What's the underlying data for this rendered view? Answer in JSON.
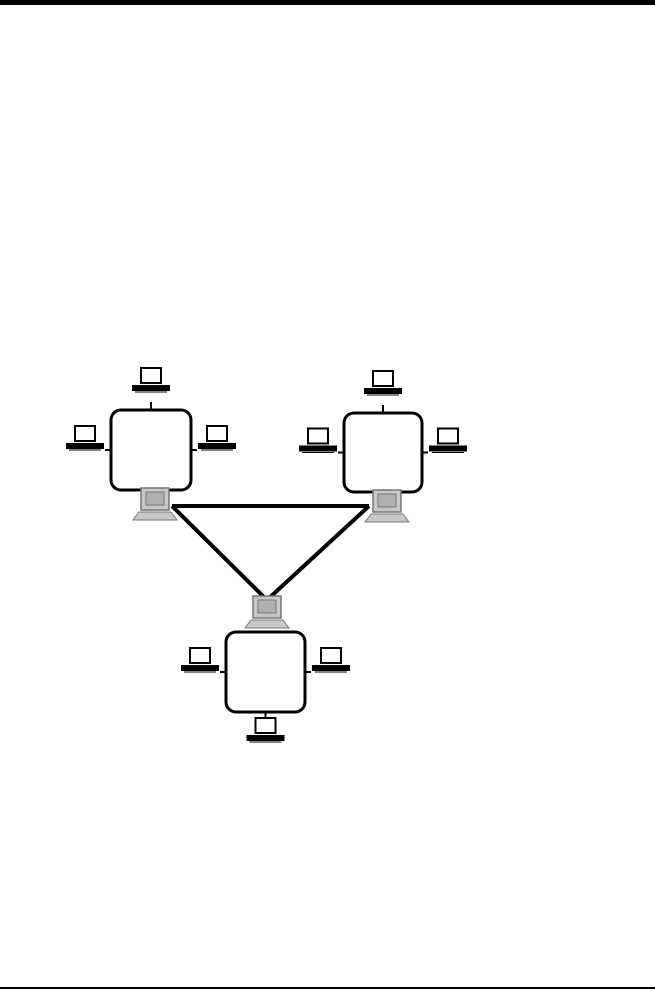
{
  "colors": {
    "rule": "#000000",
    "hub_stroke": "#000000",
    "hub_fill": "#ffffff",
    "link": "#000000",
    "router_screen": "#b0b0b0",
    "router_body": "#c8c8c8",
    "router_outline": "#777777",
    "terminal": "#000000"
  },
  "icons": {
    "terminal": "desktop-computer-icon",
    "router": "router-computer-icon"
  },
  "diagram": {
    "type": "wide-area-network",
    "networks": [
      {
        "id": "net-a",
        "terminals": [
          "top",
          "left",
          "right"
        ],
        "router": "bottom"
      },
      {
        "id": "net-b",
        "terminals": [
          "top",
          "left",
          "right"
        ],
        "router": "bottom"
      },
      {
        "id": "net-c",
        "terminals": [
          "left",
          "right",
          "bottom"
        ],
        "router": "top"
      }
    ],
    "links": [
      {
        "from": "net-a",
        "to": "net-b"
      },
      {
        "from": "net-a",
        "to": "net-c"
      },
      {
        "from": "net-b",
        "to": "net-c"
      }
    ]
  }
}
